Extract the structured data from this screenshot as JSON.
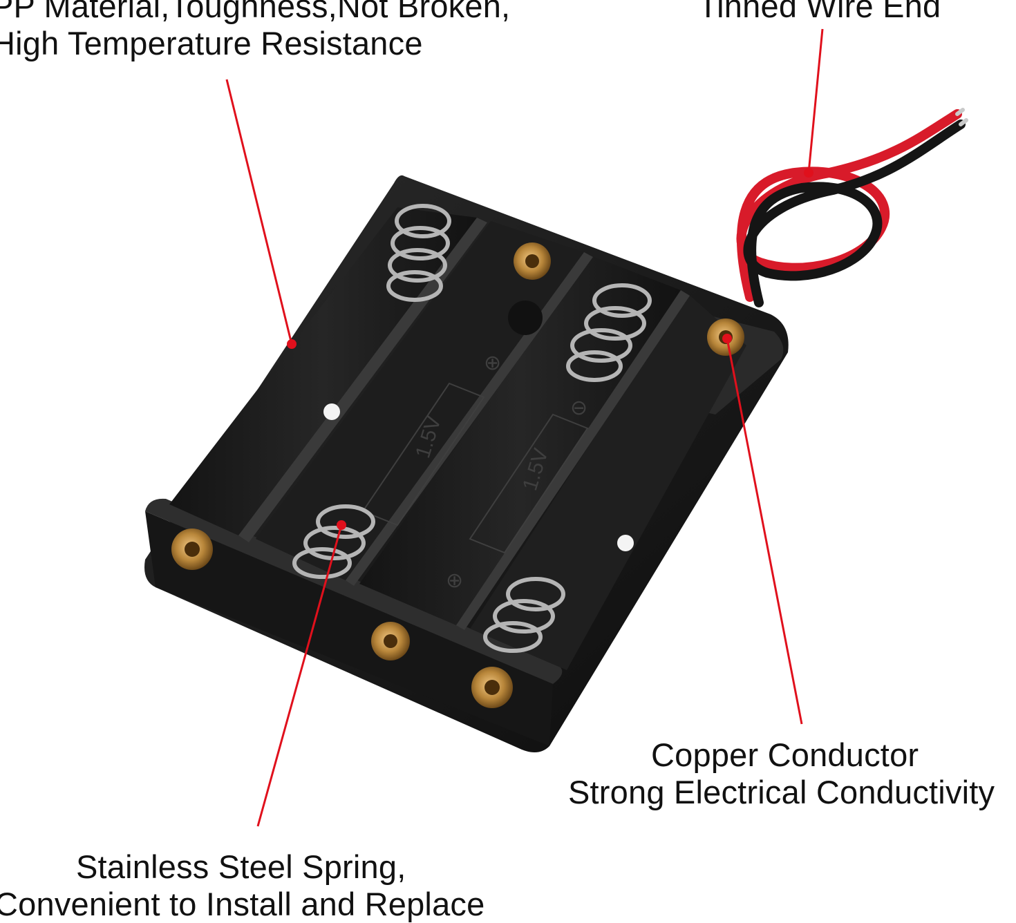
{
  "callouts": {
    "material": {
      "line1": "PP Material,Toughness,Not Broken,",
      "line2": "High Temperature Resistance"
    },
    "wire": {
      "line1": "Tinned Wire End"
    },
    "copper": {
      "line1": "Copper Conductor",
      "line2": "Strong Electrical Conductivity"
    },
    "spring": {
      "line1": "Stainless Steel Spring,",
      "line2": "Convenient to Install and Replace"
    }
  },
  "product": {
    "voltage_label_1": "1.5V",
    "voltage_label_2": "1.5V",
    "plus_symbol": "⊕",
    "minus_symbol": "⊖"
  },
  "colors": {
    "callout_line": "#e0101c",
    "holder_body": "#1a1a1a",
    "copper": "#b8863a",
    "wire_red": "#d81b2a",
    "wire_black": "#151515"
  }
}
